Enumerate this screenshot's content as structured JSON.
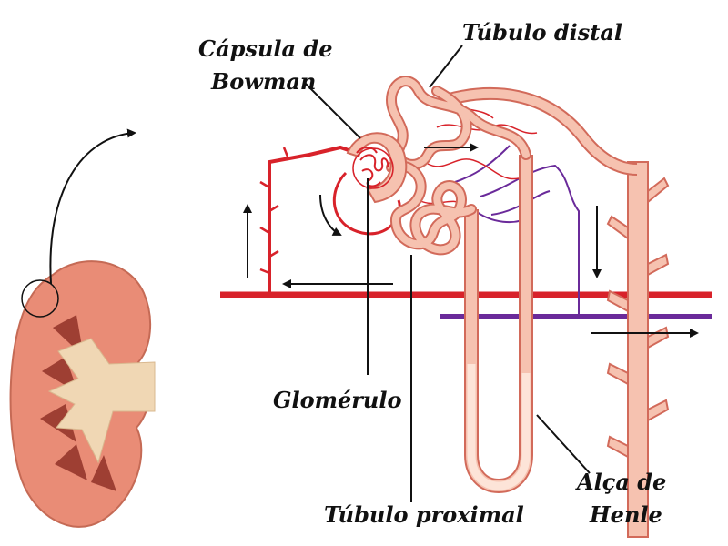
{
  "labels": {
    "capsula_line1": "Cápsula de",
    "capsula_line2": "Bowman",
    "tubulo_distal": "Túbulo distal",
    "glomerulo": "Glomérulo",
    "tubulo_proximal": "Túbulo proximal",
    "alca_line1": "Alça de",
    "alca_line2": "Henle"
  },
  "colors": {
    "artery": "#d8222a",
    "vein": "#6a2a9a",
    "tubule_fill": "#f6c2b0",
    "tubule_stroke": "#d26a5a",
    "kidney_cortex": "#e98c76",
    "kidney_medulla": "#f0d7b4",
    "kidney_dark": "#9e3f33",
    "arrow": "#111111"
  }
}
